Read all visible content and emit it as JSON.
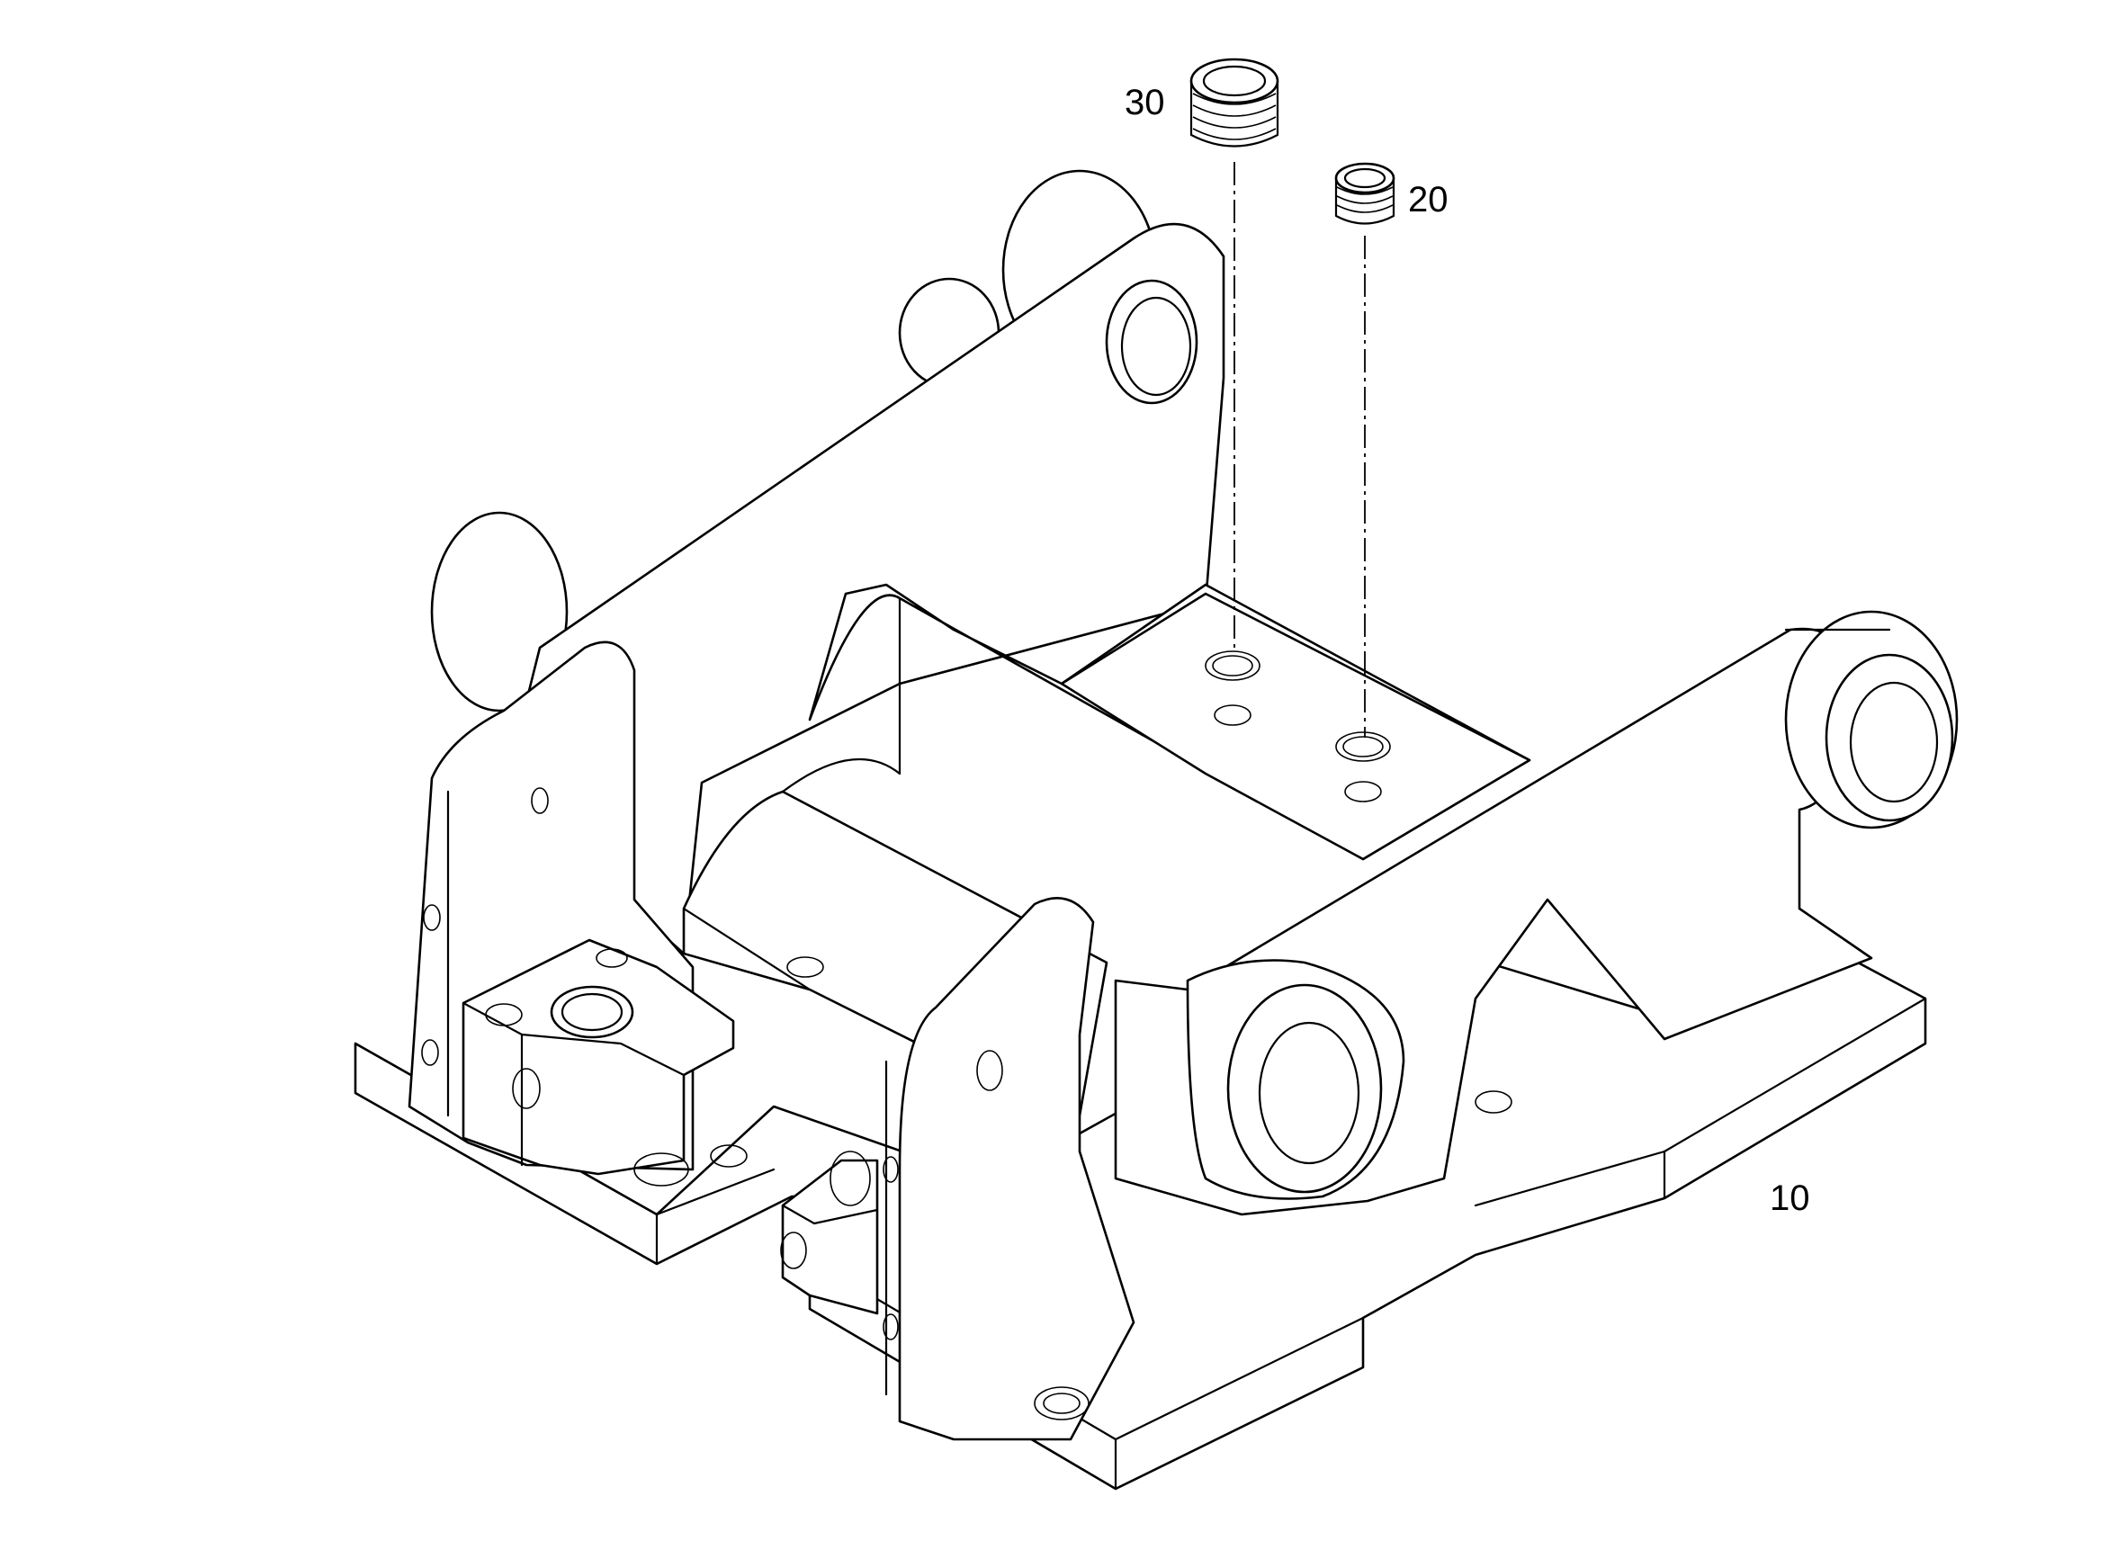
{
  "diagram": {
    "callouts": [
      {
        "id": "callout-30",
        "text": "30"
      },
      {
        "id": "callout-20",
        "text": "20"
      },
      {
        "id": "callout-10",
        "text": "10"
      }
    ]
  }
}
